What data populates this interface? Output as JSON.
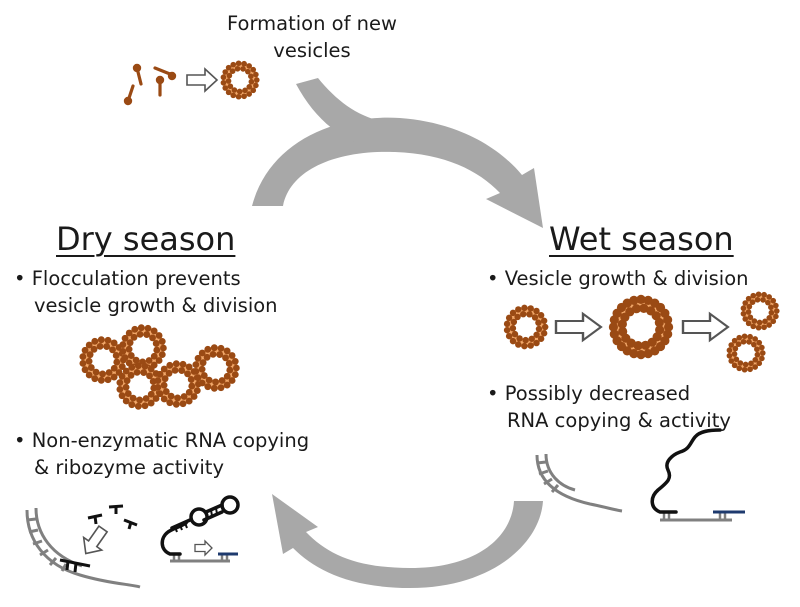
{
  "colors": {
    "cycle_arrow": "#a8a8a8",
    "vesicle_head": "#9a4a14",
    "vesicle_glow": "#f2a86a",
    "rna_template": "#808080",
    "rna_primer": "#111111",
    "rna_product": "#1e3a6e",
    "outline_arrow": "#555555"
  },
  "top": {
    "label_line1": "Formation of new",
    "label_line2": "vesicles"
  },
  "dry": {
    "heading": "Dry season",
    "bullet1_line1": "• Flocculation prevents",
    "bullet1_line2": "vesicle growth & division",
    "bullet2_line1": "• Non-enzymatic RNA copying",
    "bullet2_line2": "& ribozyme activity"
  },
  "wet": {
    "heading": "Wet season",
    "bullet1_line1": "• Vesicle growth & division",
    "bullet2_line1": "• Possibly decreased",
    "bullet2_line2": "RNA copying & activity"
  },
  "icons": [
    "lipid-monomer-icon",
    "vesicle-icon",
    "outline-arrow-icon",
    "cycle-arrow-icon",
    "rna-template-icon",
    "nucleotide-icon",
    "ribozyme-icon"
  ]
}
